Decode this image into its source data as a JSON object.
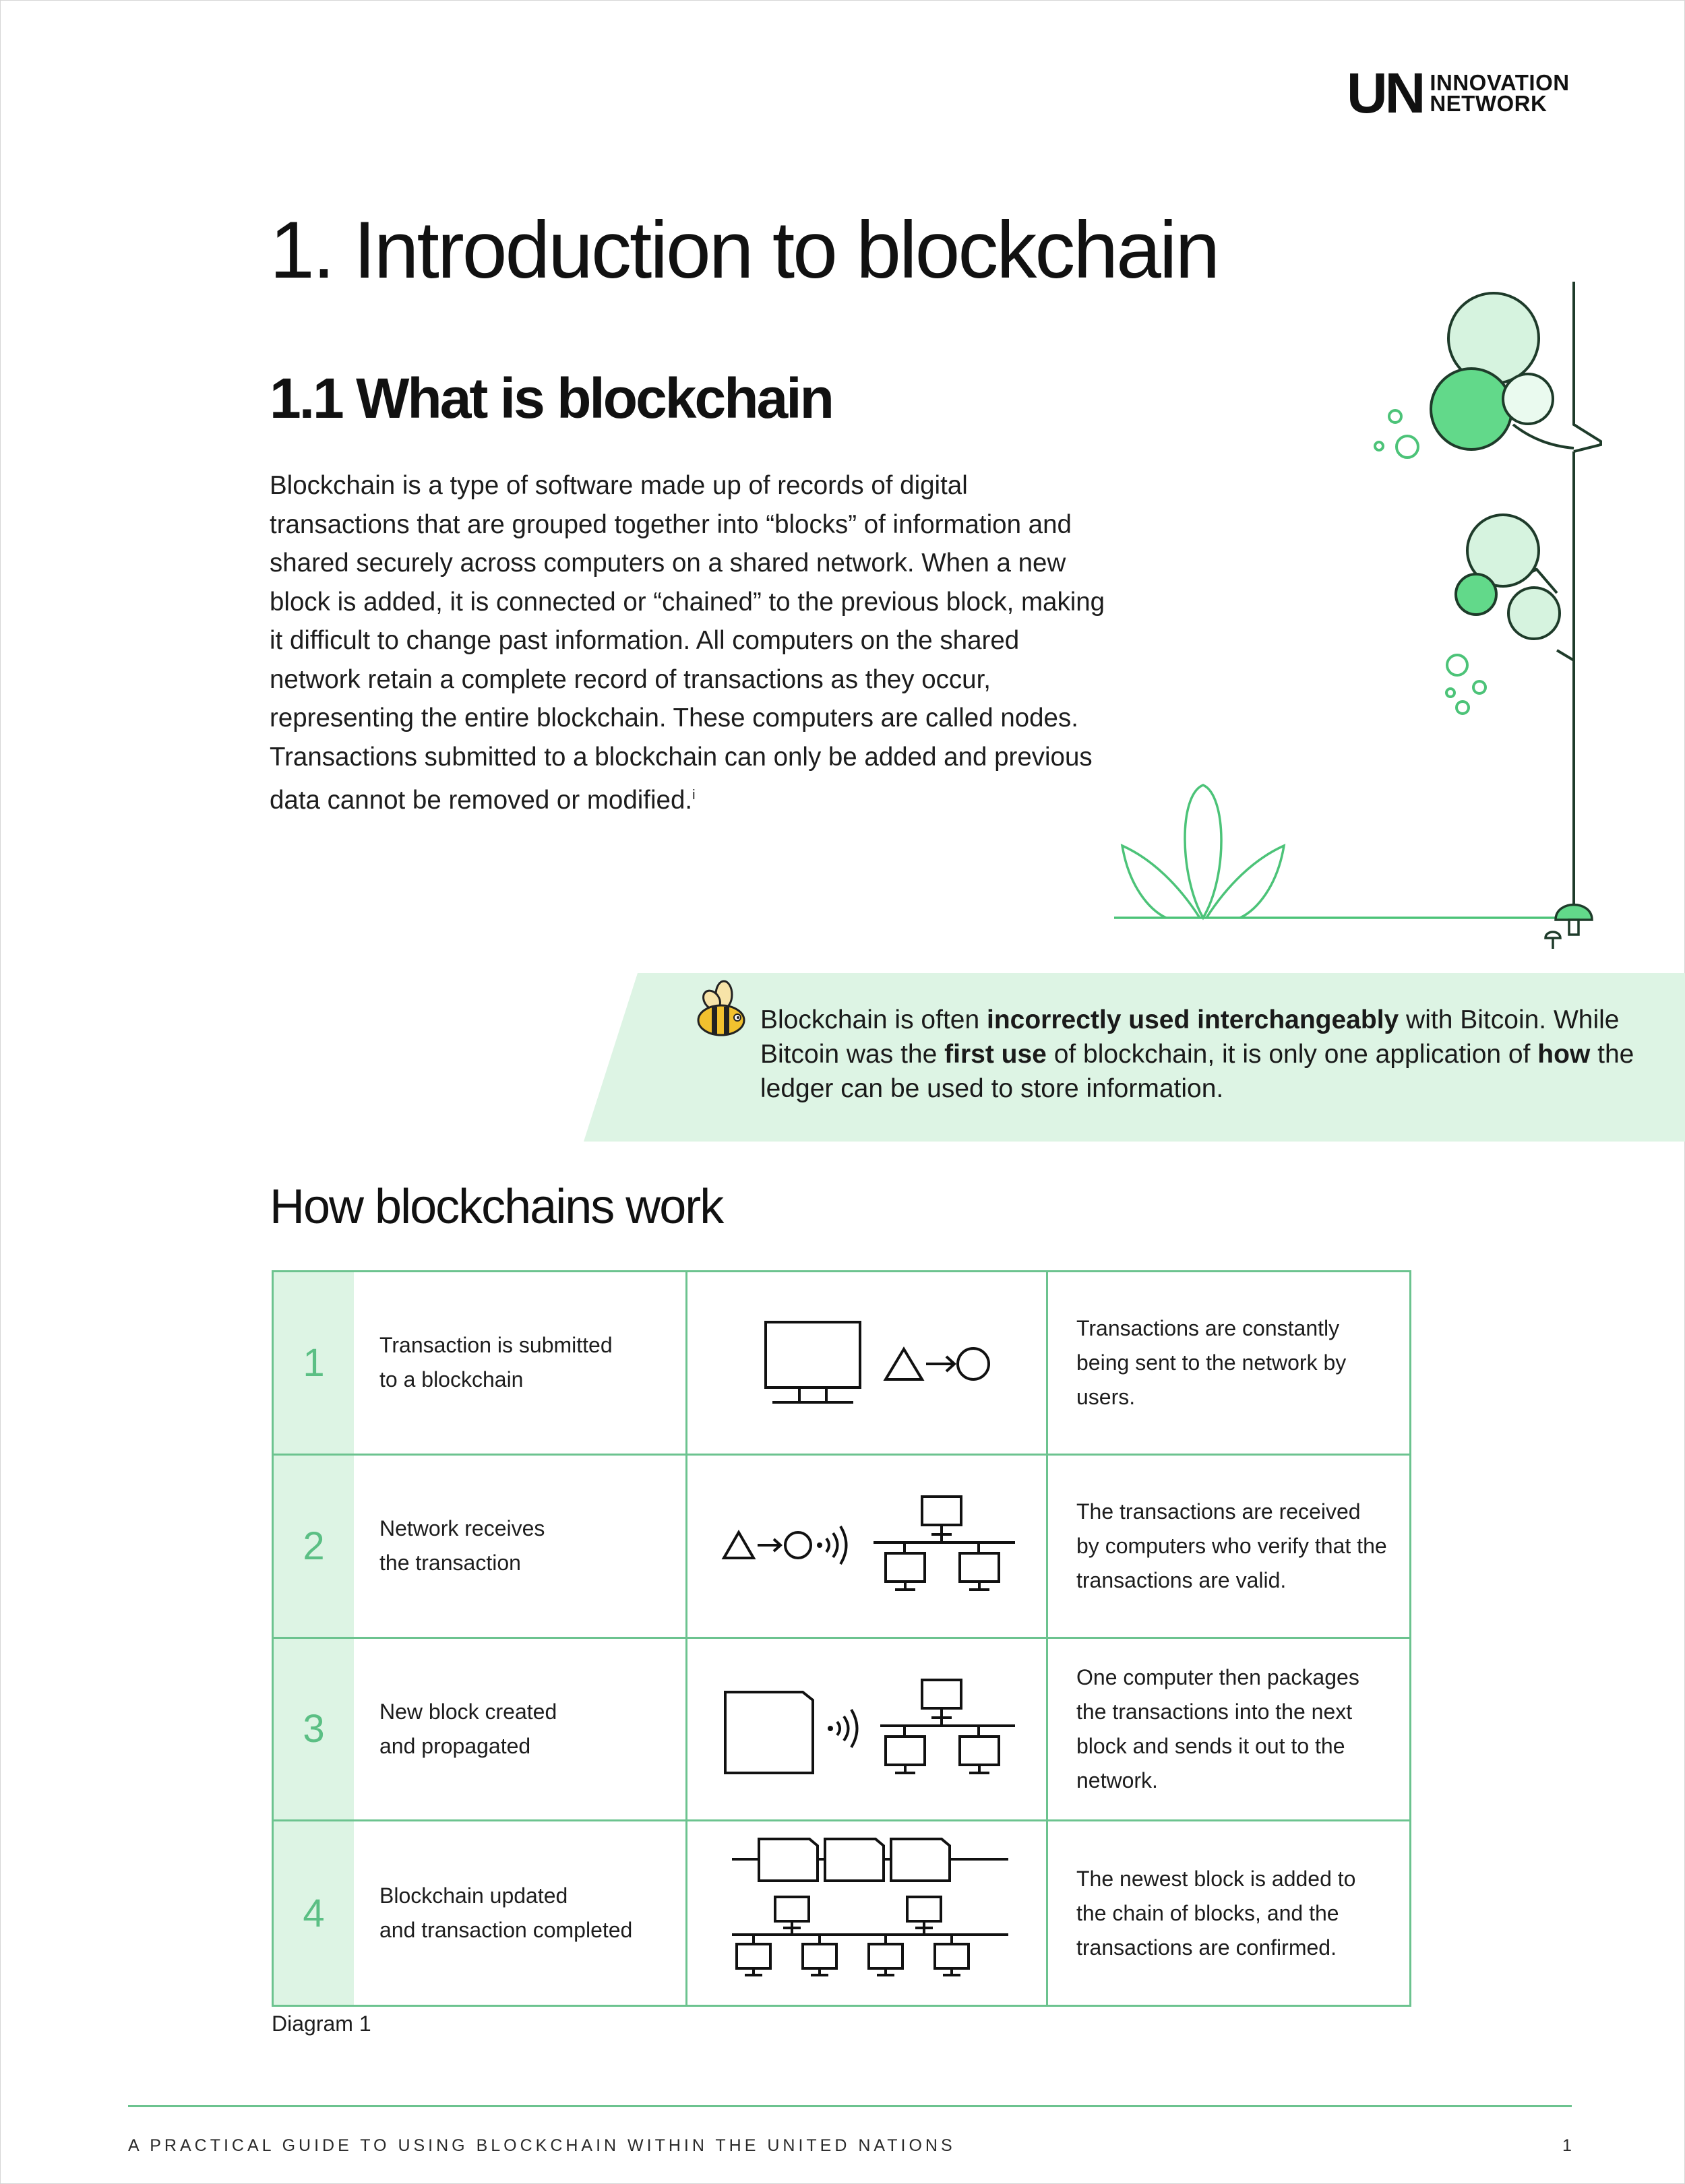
{
  "logo": {
    "un": "UN",
    "line1": "INNOVATION",
    "line2": "NETWORK"
  },
  "title": "1. Introduction to blockchain",
  "section_heading": "1.1 What is blockchain",
  "intro": {
    "paragraph": "Blockchain is a type of software made up of records of digital transactions that are grouped together into “blocks” of information and shared securely across computers on a shared network. When a new block is added, it is connected or “chained” to the previous block, making it difficult to change past information. All computers on the shared network retain a complete record of transactions as they occur, representing the entire blockchain. These computers are called nodes. Transactions submitted to a blockchain can only be added and previous data cannot be removed or modified.",
    "footnote_marker": "i"
  },
  "callout": {
    "p1": "Blockchain is often ",
    "b1": "incorrectly used interchangeably",
    "p2": " with Bitcoin. While Bitcoin was the ",
    "b2": "first use",
    "p3": " of blockchain, it is only one application of ",
    "b3": "how",
    "p4": " the ledger can be used to store information."
  },
  "how_heading": "How blockchains work",
  "steps": [
    {
      "number": "1",
      "label": "Transaction is submitted\nto a blockchain",
      "description": "Transactions are constantly being sent to the network by users."
    },
    {
      "number": "2",
      "label": "Network receives\nthe transaction",
      "description": "The transactions are received by computers who verify that the transactions are valid."
    },
    {
      "number": "3",
      "label": "New block created\nand propagated",
      "description": "One computer then packages the transactions into the next block and sends it out to the network."
    },
    {
      "number": "4",
      "label": "Blockchain updated\nand transaction completed",
      "description": "The newest block is added to the chain of blocks, and the transactions are confirmed."
    }
  ],
  "caption": "Diagram 1",
  "footer": {
    "text": "A PRACTICAL GUIDE TO USING BLOCKCHAIN WITHIN THE UNITED NATIONS",
    "page": "1"
  },
  "colors": {
    "accent": "#6cc38f",
    "accent_light": "#ddf4e4",
    "number": "#5bbf84",
    "leaf": "#62d98a"
  }
}
